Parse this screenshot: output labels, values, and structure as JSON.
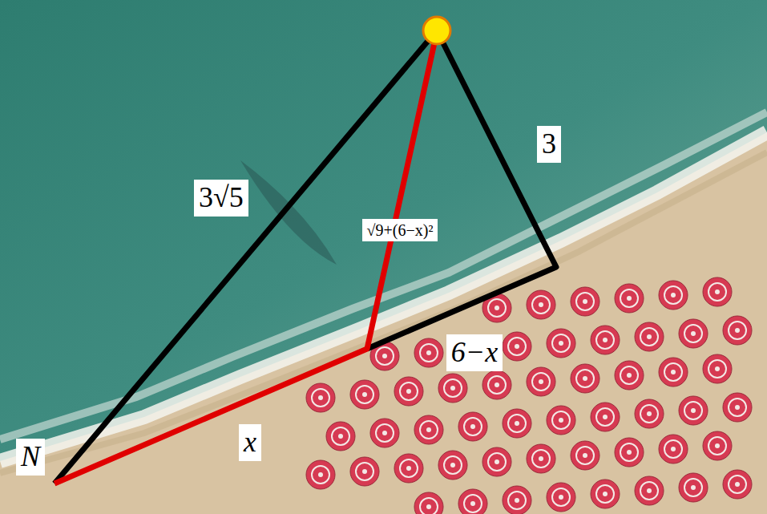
{
  "diagram": {
    "labels": [
      "3√5",
      "√9+(6−x)²",
      "3",
      "6−x",
      "x",
      "N"
    ]
  }
}
